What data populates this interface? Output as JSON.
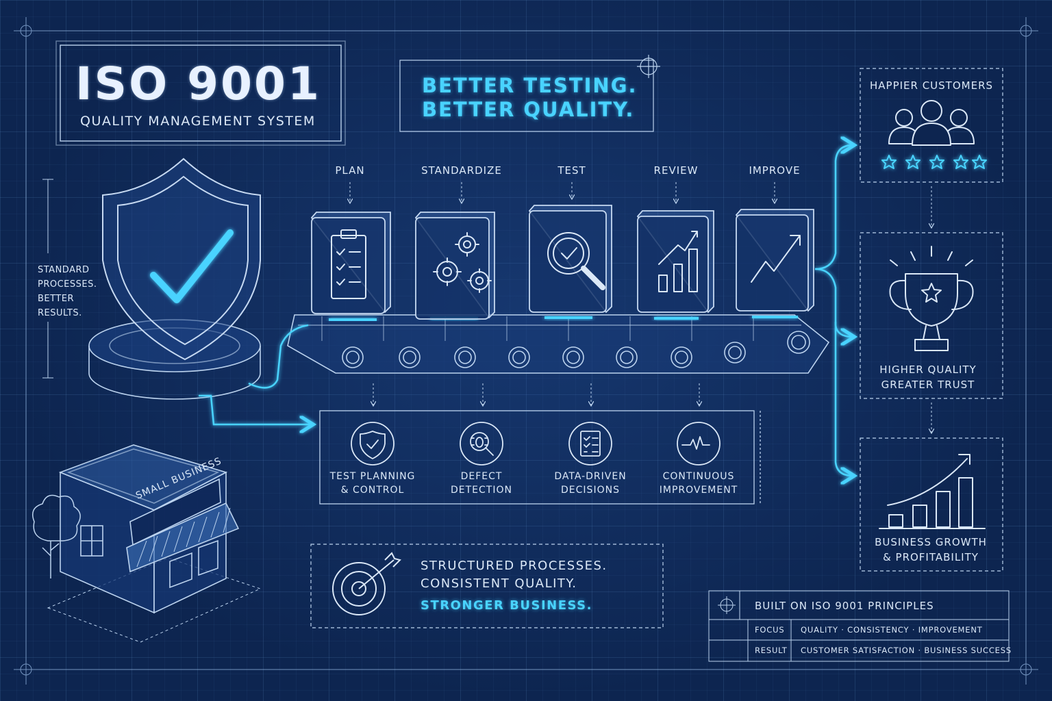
{
  "header": {
    "title": "ISO 9001",
    "subtitle": "QUALITY MANAGEMENT SYSTEM",
    "tagline_line1": "BETTER TESTING.",
    "tagline_line2": "BETTER QUALITY."
  },
  "side_note": {
    "line1": "STANDARD",
    "line2": "PROCESSES.",
    "line3": "BETTER",
    "line4": "RESULTS."
  },
  "process_steps": [
    {
      "label": "PLAN",
      "icon": "clipboard-checklist-icon"
    },
    {
      "label": "STANDARDIZE",
      "icon": "gears-icon"
    },
    {
      "label": "TEST",
      "icon": "magnifier-check-icon"
    },
    {
      "label": "REVIEW",
      "icon": "bar-chart-icon"
    },
    {
      "label": "IMPROVE",
      "icon": "trend-arrow-icon"
    }
  ],
  "features": [
    {
      "line1": "TEST PLANNING",
      "line2": "& CONTROL",
      "icon": "shield-check-icon"
    },
    {
      "line1": "DEFECT",
      "line2": "DETECTION",
      "icon": "bug-search-icon"
    },
    {
      "line1": "DATA-DRIVEN",
      "line2": "DECISIONS",
      "icon": "checklist-icon"
    },
    {
      "line1": "CONTINUOUS",
      "line2": "IMPROVEMENT",
      "icon": "pulse-icon"
    }
  ],
  "store": {
    "sign": "SMALL BUSINESS"
  },
  "outcomes": [
    {
      "line1": "HAPPIER CUSTOMERS",
      "line2": "",
      "icon": "customers-rating-icon"
    },
    {
      "line1": "HIGHER QUALITY",
      "line2": "GREATER TRUST",
      "icon": "trophy-icon"
    },
    {
      "line1": "BUSINESS GROWTH",
      "line2": "& PROFITABILITY",
      "icon": "growth-chart-icon"
    }
  ],
  "summary": {
    "line1": "STRUCTURED PROCESSES.",
    "line2": "CONSISTENT QUALITY.",
    "line3": "STRONGER BUSINESS."
  },
  "principles": {
    "heading": "BUILT ON ISO 9001 PRINCIPLES",
    "rows": [
      {
        "key": "FOCUS",
        "value": "QUALITY · CONSISTENCY · IMPROVEMENT"
      },
      {
        "key": "RESULT",
        "value": "CUSTOMER SATISFACTION · BUSINESS SUCCESS"
      }
    ]
  },
  "colors": {
    "background": "#0d2550",
    "line": "#bcd3ee",
    "accent_glow": "#49d3ff"
  }
}
